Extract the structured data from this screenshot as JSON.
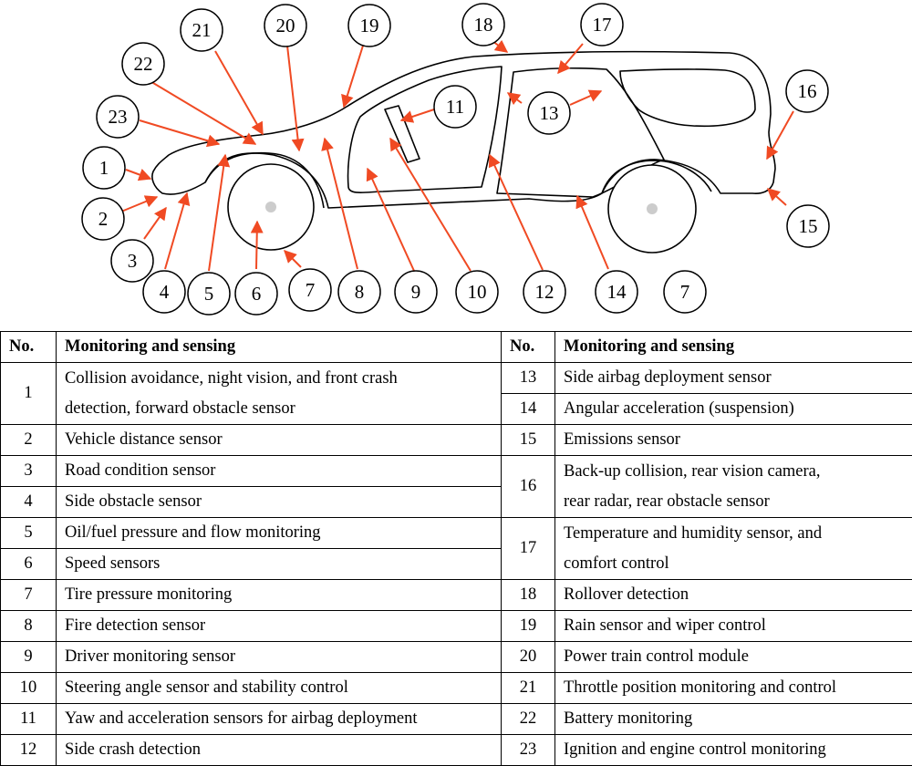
{
  "diagram": {
    "callouts": [
      "1",
      "2",
      "3",
      "4",
      "5",
      "6",
      "7",
      "8",
      "9",
      "10",
      "11",
      "12",
      "13",
      "14",
      "15",
      "16",
      "17",
      "18",
      "19",
      "20",
      "21",
      "22",
      "23"
    ],
    "arrow_color": "#f04a23"
  },
  "table": {
    "header_no": "No.",
    "header_desc": "Monitoring and sensing",
    "left": [
      {
        "no": "1",
        "lines": [
          "Collision avoidance, night vision, and front crash",
          "detection, forward obstacle sensor"
        ]
      },
      {
        "no": "2",
        "lines": [
          "Vehicle distance sensor"
        ]
      },
      {
        "no": "3",
        "lines": [
          "Road condition sensor"
        ]
      },
      {
        "no": "4",
        "lines": [
          "Side obstacle sensor"
        ]
      },
      {
        "no": "5",
        "lines": [
          "Oil/fuel pressure and flow monitoring"
        ]
      },
      {
        "no": "6",
        "lines": [
          "Speed sensors"
        ]
      },
      {
        "no": "7",
        "lines": [
          "Tire pressure monitoring"
        ]
      },
      {
        "no": "8",
        "lines": [
          "Fire detection sensor"
        ]
      },
      {
        "no": "9",
        "lines": [
          "Driver monitoring sensor"
        ]
      },
      {
        "no": "10",
        "lines": [
          "Steering angle sensor and stability control"
        ]
      },
      {
        "no": "11",
        "lines": [
          "Yaw and acceleration sensors for airbag deployment"
        ]
      },
      {
        "no": "12",
        "lines": [
          "Side crash detection"
        ]
      }
    ],
    "right": [
      {
        "no": "13",
        "lines": [
          "Side airbag deployment sensor"
        ]
      },
      {
        "no": "14",
        "lines": [
          "Angular acceleration (suspension)"
        ]
      },
      {
        "no": "15",
        "lines": [
          "Emissions sensor"
        ]
      },
      {
        "no": "16",
        "lines": [
          "Back-up collision, rear vision camera,",
          "rear radar, rear obstacle sensor"
        ]
      },
      {
        "no": "17",
        "lines": [
          "Temperature and humidity sensor, and",
          "comfort control"
        ]
      },
      {
        "no": "18",
        "lines": [
          "Rollover detection"
        ]
      },
      {
        "no": "19",
        "lines": [
          "Rain sensor and wiper control"
        ]
      },
      {
        "no": "20",
        "lines": [
          "Power train control module"
        ]
      },
      {
        "no": "21",
        "lines": [
          "Throttle position monitoring and control"
        ]
      },
      {
        "no": "22",
        "lines": [
          "Battery monitoring"
        ]
      },
      {
        "no": "23",
        "lines": [
          "Ignition and engine control monitoring"
        ]
      }
    ]
  }
}
